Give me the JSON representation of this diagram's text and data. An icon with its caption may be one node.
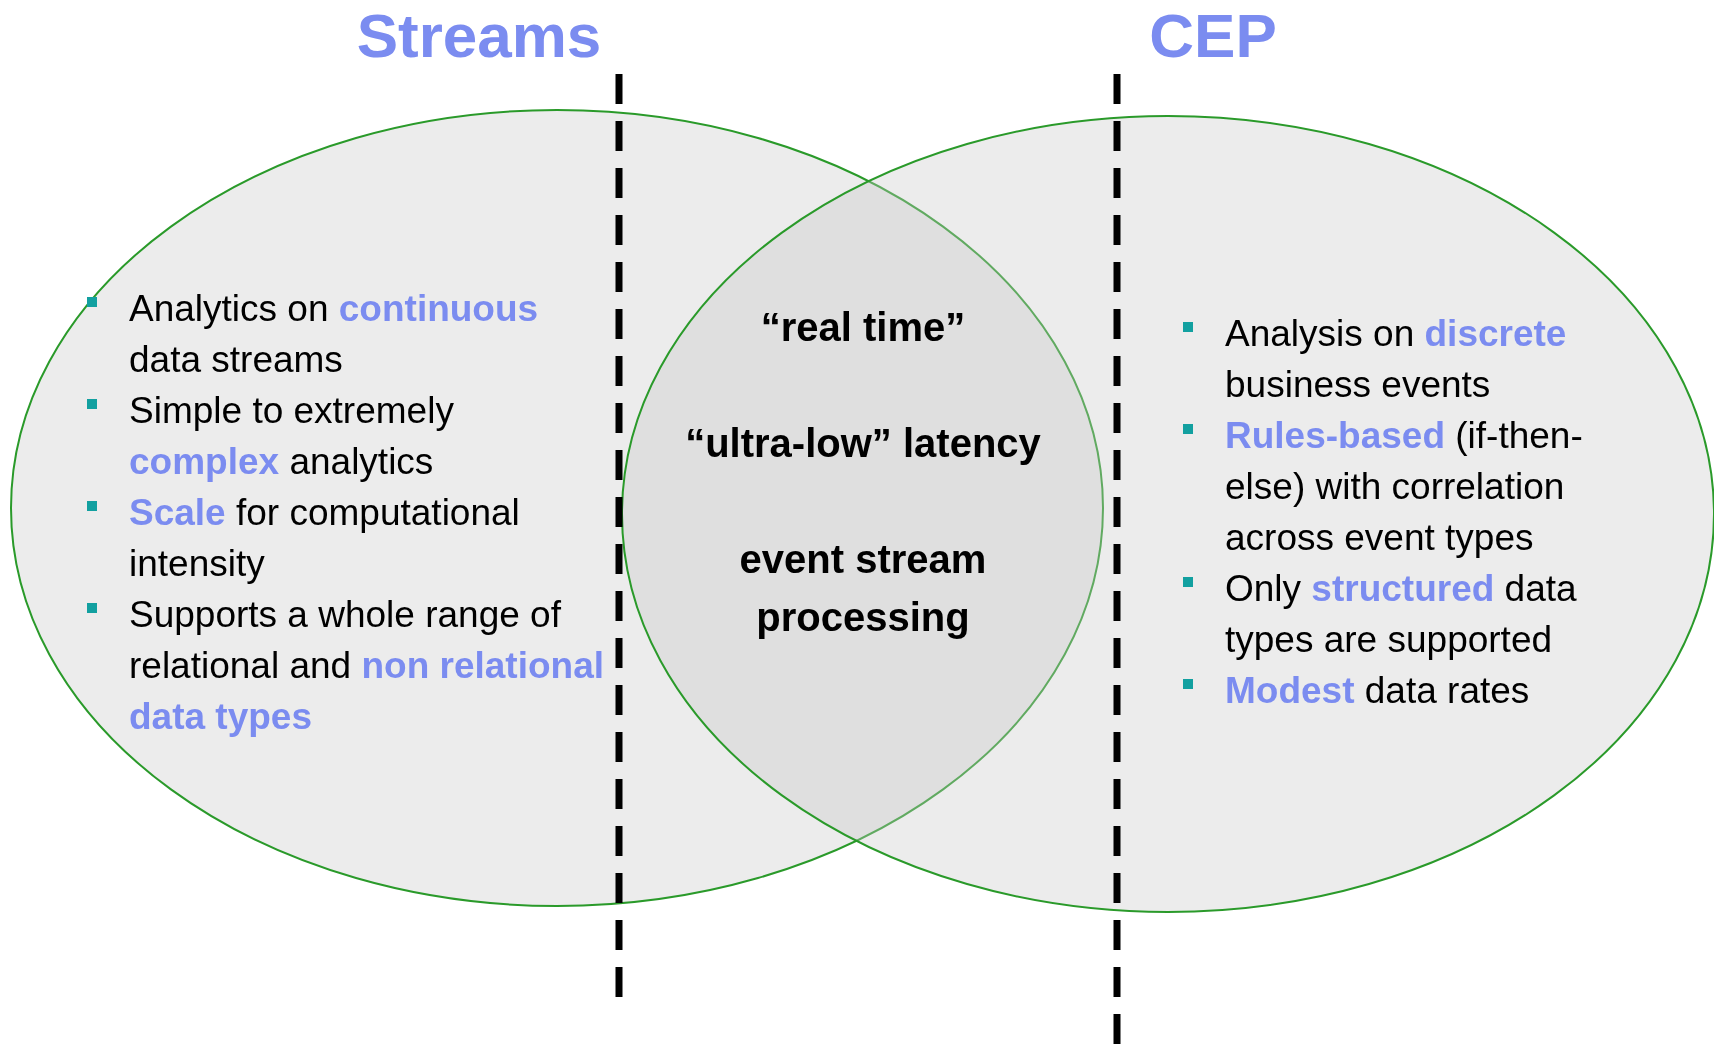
{
  "diagram": {
    "nodes": [
      {
        "text": [
          "Streams",
          "Analytics on **continuous** data streams",
          "Simple to extremely **complex** analytics",
          "**Scale** for computational intensity",
          "Supports a whole range of relational and **non relational data types**"
        ]
      },
      {
        "text": [
          "CEP",
          "Analysis on **discrete** business events",
          "**Rules-based** (if-then-else) with correlation across event types",
          "Only **structured** data types are supported",
          "**Modest** data rates"
        ]
      }
    ],
    "edges": [],
    "labels": [
      "“real time”",
      "“ultra-low” latency",
      "event stream processing"
    ]
  }
}
